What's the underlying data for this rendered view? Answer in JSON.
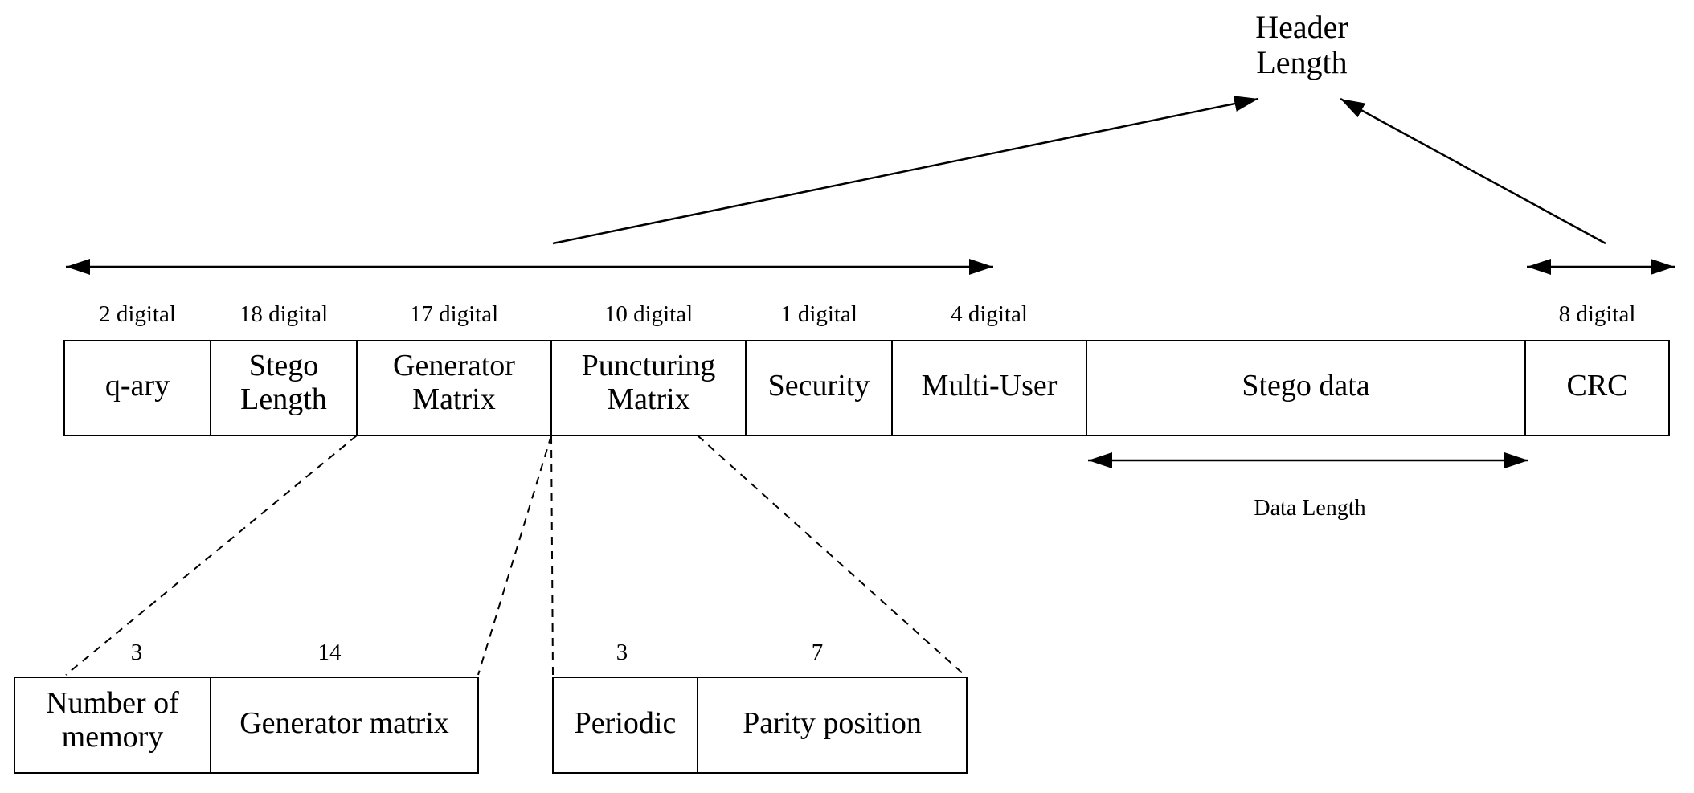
{
  "header_length_label": "Header\nLength",
  "data_length_label": "Data Length",
  "main_frame": {
    "fields": [
      {
        "name": "q-ary",
        "bits": "2 digital"
      },
      {
        "name": "Stego\nLength",
        "bits": "18 digital"
      },
      {
        "name": "Generator\nMatrix",
        "bits": "17 digital"
      },
      {
        "name": "Puncturing\nMatrix",
        "bits": "10 digital"
      },
      {
        "name": "Security",
        "bits": "1 digital"
      },
      {
        "name": "Multi-User",
        "bits": "4 digital"
      },
      {
        "name": "Stego data",
        "bits": ""
      },
      {
        "name": "CRC",
        "bits": "8 digital"
      }
    ]
  },
  "generator_breakdown": {
    "fields": [
      {
        "name": "Number of\nmemory",
        "bits": "3"
      },
      {
        "name": "Generator matrix",
        "bits": "14"
      }
    ]
  },
  "puncturing_breakdown": {
    "fields": [
      {
        "name": "Periodic",
        "bits": "3"
      },
      {
        "name": "Parity position",
        "bits": "7"
      }
    ]
  }
}
